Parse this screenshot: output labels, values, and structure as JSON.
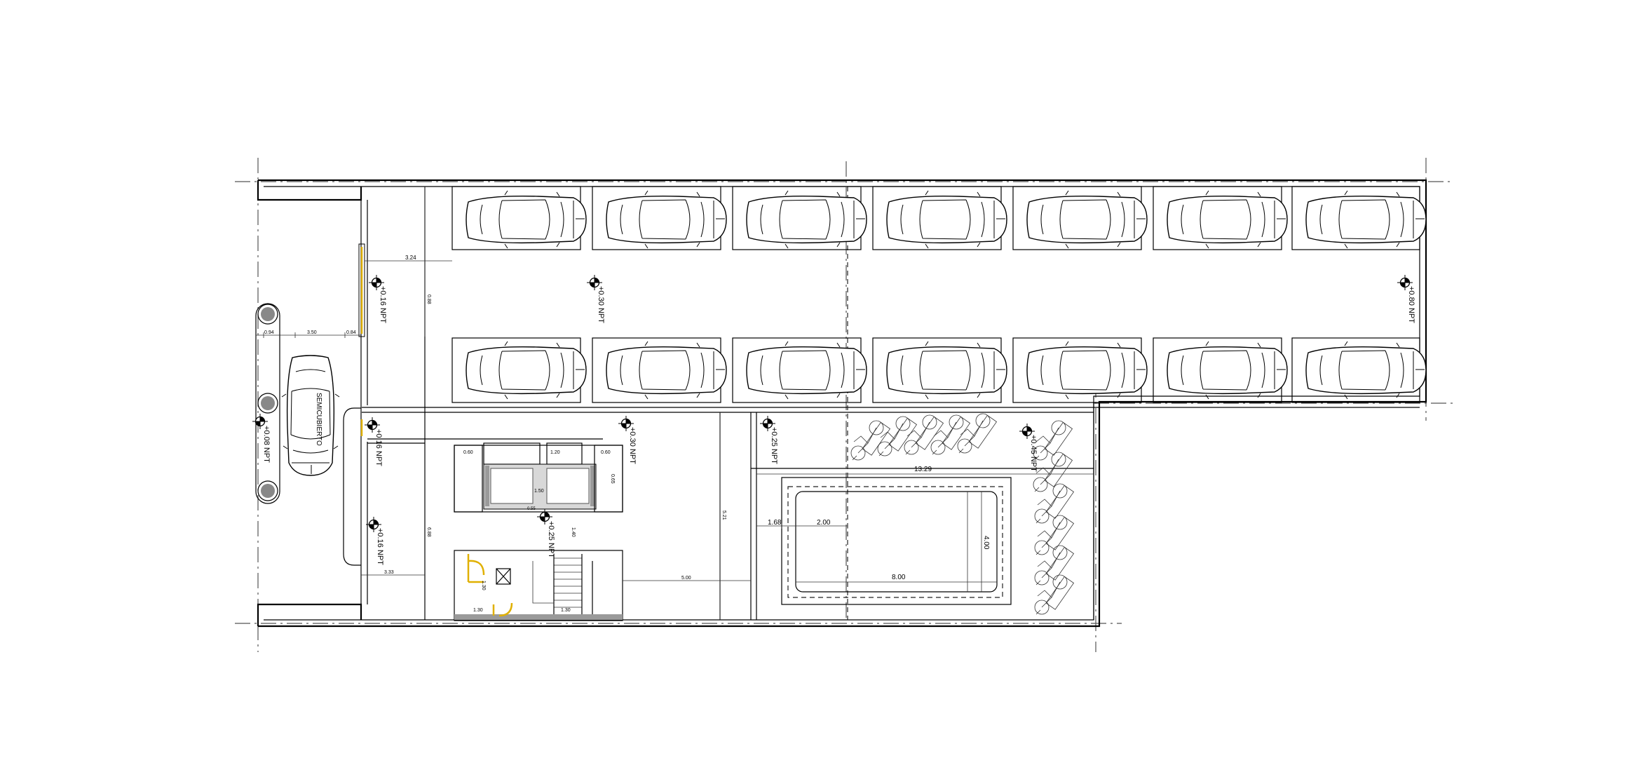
{
  "levels": {
    "npt_016_top": "+0.16 NPT",
    "npt_030_park": "+0.30 NPT",
    "npt_080": "+0.80 NPT",
    "npt_008": "+0.08 NPT",
    "npt_016_mid": "+0.16 NPT",
    "npt_030_core": "+0.30 NPT",
    "npt_025_core": "+0.25 NPT",
    "npt_016_low": "+0.16 NPT",
    "npt_025_pool": "+0.25 NPT",
    "npt_045": "+0.45 NPT"
  },
  "labels": {
    "semicubierto": "SEMICUBIERTO"
  },
  "dims": {
    "d_324": "3.24",
    "d_088": "0.88",
    "d_094": "0.94",
    "d_350": "3.50",
    "d_084": "0.84",
    "d_333": "3.33",
    "d_688": "6.88",
    "d_500": "5.00",
    "d_521": "5.21",
    "pool_1329": "13.29",
    "pool_168": "1.68",
    "pool_200": "2.00",
    "pool_800": "8.00",
    "pool_400": "4.00",
    "core_060": "0.60",
    "core_120": "1.20",
    "core_150": "1.50",
    "core_065": "0.65",
    "core_055": "0.55",
    "core_140": "1.40",
    "stair_130": "1.30",
    "stair_130b": "1.30",
    "stair_130c": "1.30"
  }
}
